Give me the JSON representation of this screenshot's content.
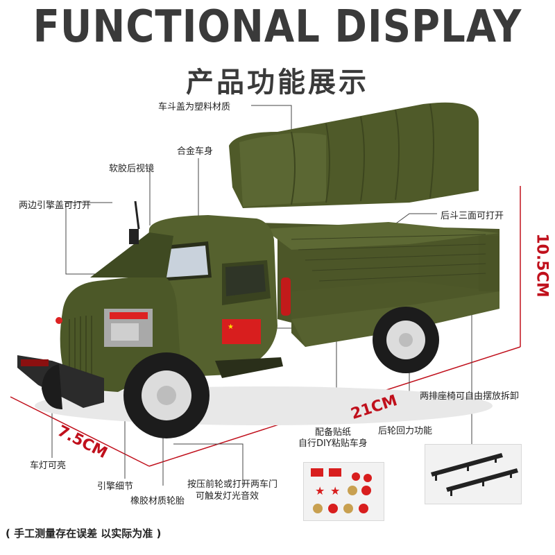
{
  "header": {
    "title": "FUNCTIONAL DISPLAY",
    "subtitle": "产品功能展示"
  },
  "callouts": {
    "canopy": "车斗盖为塑料材质",
    "alloy_body": "合金车身",
    "rubber_mirror": "软胶后视镜",
    "hood_open": "两边引擎盖可打开",
    "rear_bed_open": "后斗三面可打开",
    "seats": "两排座椅可自由摆放拆卸",
    "pullback": "后轮回力功能",
    "sticker_line1": "配备贴纸",
    "sticker_line2": "自行DIY粘贴车身",
    "lights": "车灯可亮",
    "engine": "引擎细节",
    "tires": "橡胶材质轮胎",
    "sound_line1": "按压前轮或打开两车门",
    "sound_line2": "可触发灯光音效"
  },
  "dimensions": {
    "height": "10.5CM",
    "length": "21CM",
    "width": "7.5CM"
  },
  "footer": {
    "note": "( 手工测量存在误差 以实际为准 )"
  },
  "colors": {
    "truck_green": "#55612e",
    "dimension_red": "#c0101c",
    "title_gray": "#3a3a3a"
  }
}
